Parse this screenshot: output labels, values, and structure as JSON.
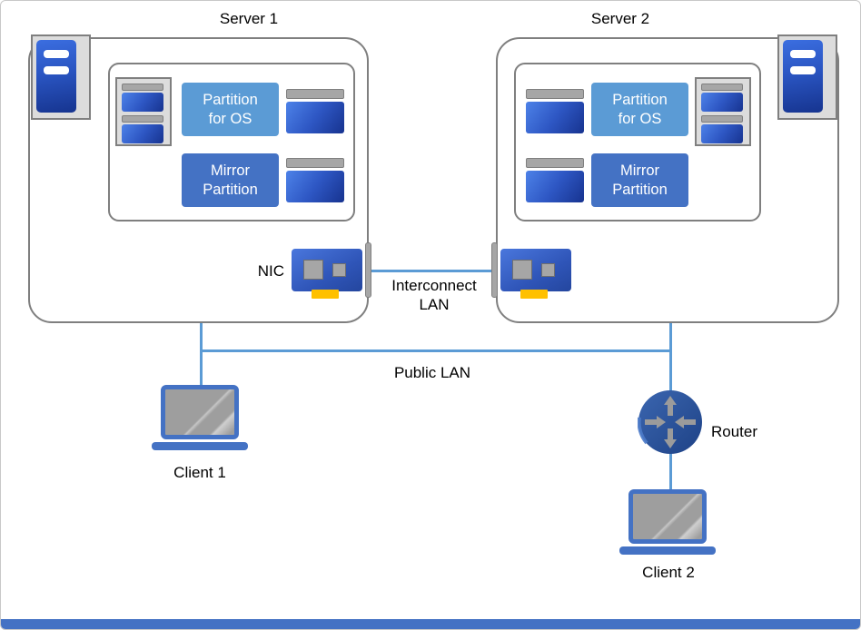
{
  "servers": [
    {
      "title": "Server 1",
      "partition_os": "Partition\nfor OS",
      "mirror": "Mirror\nPartition"
    },
    {
      "title": "Server 2",
      "partition_os": "Partition\nfor OS",
      "mirror": "Mirror\nPartition"
    }
  ],
  "labels": {
    "nic": "NIC",
    "interconnect": "Interconnect\nLAN",
    "public_lan": "Public LAN",
    "router": "Router",
    "client1": "Client 1",
    "client2": "Client 2"
  },
  "colors": {
    "partition_os_fill": "#5b9bd5",
    "mirror_fill": "#4472c4",
    "line": "#5b9bd5",
    "disk_gray": "#a6a6a6",
    "nic_connector": "#ffc000",
    "laptop_blue": "#4472c4",
    "bottom_bar": "#4472c4"
  }
}
